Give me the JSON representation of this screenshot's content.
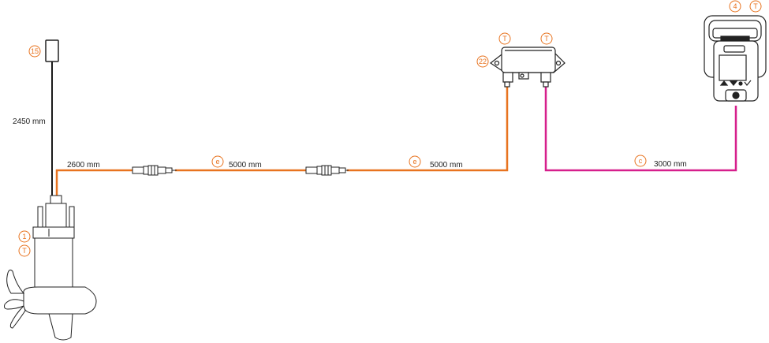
{
  "colors": {
    "orange_cable": "#e8731f",
    "magenta_cable": "#d61f8c",
    "black_cable": "#1a1a1a",
    "marker": "#e8731f",
    "device_outline": "#222222"
  },
  "labels": {
    "sensor_cable_length": "2450 mm",
    "first_cable_length": "2600 mm",
    "extension_1_length": "5000 mm",
    "extension_2_length": "5000 mm",
    "display_cable_length": "3000 mm"
  },
  "markers": {
    "sensor": "15",
    "motor_id": "1",
    "motor_t": "T",
    "extension_1": "e",
    "extension_2": "e",
    "junction_id": "22",
    "junction_t_left": "T",
    "junction_t_right": "T",
    "display_cable": "c",
    "display_id": "4",
    "display_t": "T"
  }
}
